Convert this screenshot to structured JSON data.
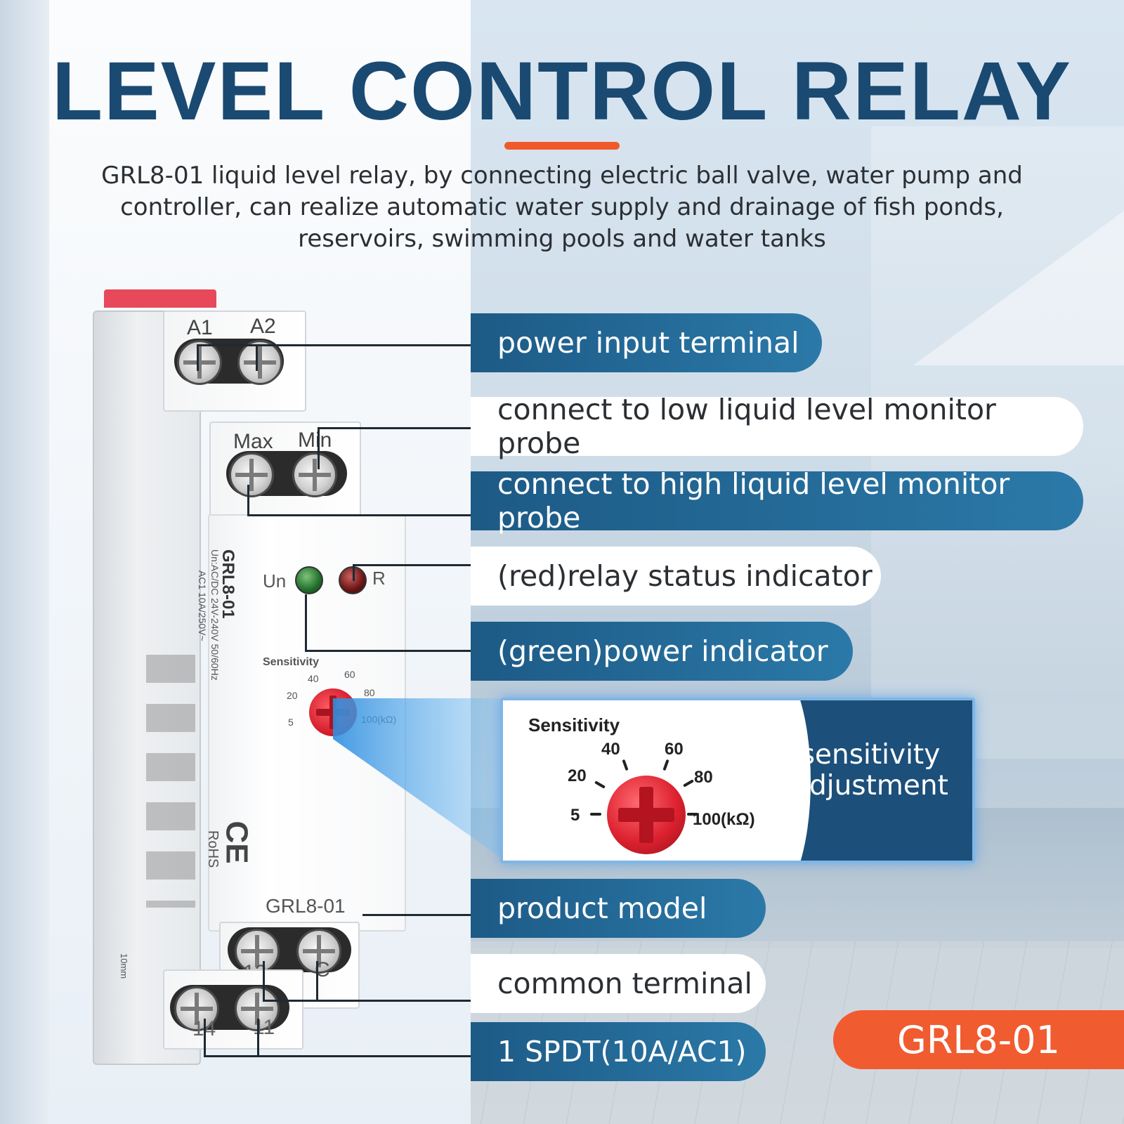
{
  "header": {
    "title": "LEVEL CONTROL RELAY",
    "description": "GRL8-01 liquid level relay, by connecting electric ball valve, water pump and controller, can realize automatic water supply and drainage of fish ponds, reservoirs, swimming pools and water tanks"
  },
  "device": {
    "terminals_top": [
      "A1",
      "A2"
    ],
    "terminals_probe": [
      "Max",
      "Min"
    ],
    "terminals_bottom_upper": [
      "12",
      "C"
    ],
    "terminals_bottom_lower": [
      "14",
      "11"
    ],
    "model_label": "GRL8-01",
    "vertical_model": "GRL8-01",
    "vertical_spec": "Un:AC/DC 24V-240V 50/60Hz",
    "vertical_rating": "AC1 10A/250V~",
    "indicator_un": "Un",
    "indicator_r": "R",
    "sensitivity_label": "Sensitivity",
    "dial_scale": [
      "5",
      "20",
      "40",
      "60",
      "80",
      "100(kΩ)"
    ],
    "cert_ce": "CE",
    "cert_rohs": "RoHS",
    "side_note": "10mm"
  },
  "callouts": [
    {
      "text": "power input terminal",
      "style": "blue"
    },
    {
      "text": "connect to low liquid level monitor probe",
      "style": "white"
    },
    {
      "text": "connect to high liquid level monitor probe",
      "style": "blue"
    },
    {
      "text": "(red)relay status indicator",
      "style": "white"
    },
    {
      "text": "(green)power indicator",
      "style": "blue"
    },
    {
      "text": "product model",
      "style": "blue"
    },
    {
      "text": "common terminal",
      "style": "white"
    },
    {
      "text": "1 SPDT(10A/AC1)",
      "style": "blue"
    }
  ],
  "zoom": {
    "label": "Sensitivity",
    "scale": [
      "5",
      "20",
      "40",
      "60",
      "80",
      "100(kΩ)"
    ],
    "caption": "sensitivity adjustment"
  },
  "badge": {
    "text": "GRL8-01"
  },
  "colors": {
    "title": "#1a4a72",
    "accent": "#f05a2a",
    "pill_blue": "#1d5a86",
    "badge": "#f15b30"
  }
}
